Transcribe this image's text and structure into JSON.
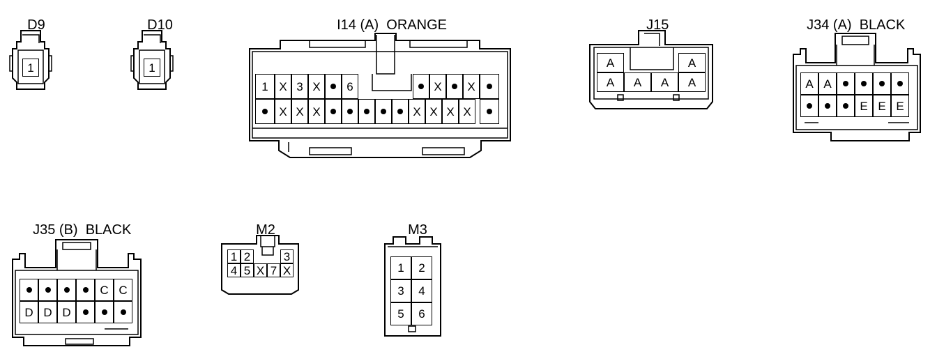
{
  "connectors": {
    "d9": {
      "label": "D9",
      "pins": [
        [
          "1"
        ]
      ]
    },
    "d10": {
      "label": "D10",
      "pins": [
        [
          "1"
        ]
      ]
    },
    "i14": {
      "label": "I14 (A)",
      "color": "ORANGE",
      "pins": [
        [
          "1",
          "X",
          "3",
          "X",
          "•",
          "6",
          null,
          null,
          null,
          null,
          "•",
          "X",
          "•",
          "X",
          "•"
        ],
        [
          "•",
          "X",
          "X",
          "X",
          "•",
          "•",
          "•",
          "•",
          "•",
          "X",
          "X",
          "X",
          "X",
          "•"
        ]
      ]
    },
    "j15": {
      "label": "J15",
      "pins": [
        [
          "A",
          null,
          null,
          "A"
        ],
        [
          "A",
          "A",
          "A",
          "A"
        ]
      ]
    },
    "j34": {
      "label": "J34 (A)",
      "color": "BLACK",
      "pins": [
        [
          "A",
          "A",
          "•",
          "•",
          "•",
          "•"
        ],
        [
          "•",
          "•",
          "•",
          "E",
          "E",
          "E"
        ]
      ]
    },
    "j35": {
      "label": "J35 (B)",
      "color": "BLACK",
      "pins": [
        [
          "•",
          "•",
          "•",
          "•",
          "C",
          "C"
        ],
        [
          "D",
          "D",
          "D",
          "•",
          "•",
          "•"
        ]
      ]
    },
    "m2": {
      "label": "M2",
      "pins": [
        [
          "1",
          "2",
          null,
          null,
          "3"
        ],
        [
          "4",
          "5",
          "X",
          "7",
          "X"
        ]
      ]
    },
    "m3": {
      "label": "M3",
      "pins": [
        [
          "1",
          "2"
        ],
        [
          "3",
          "4"
        ],
        [
          "5",
          "6"
        ]
      ]
    }
  }
}
